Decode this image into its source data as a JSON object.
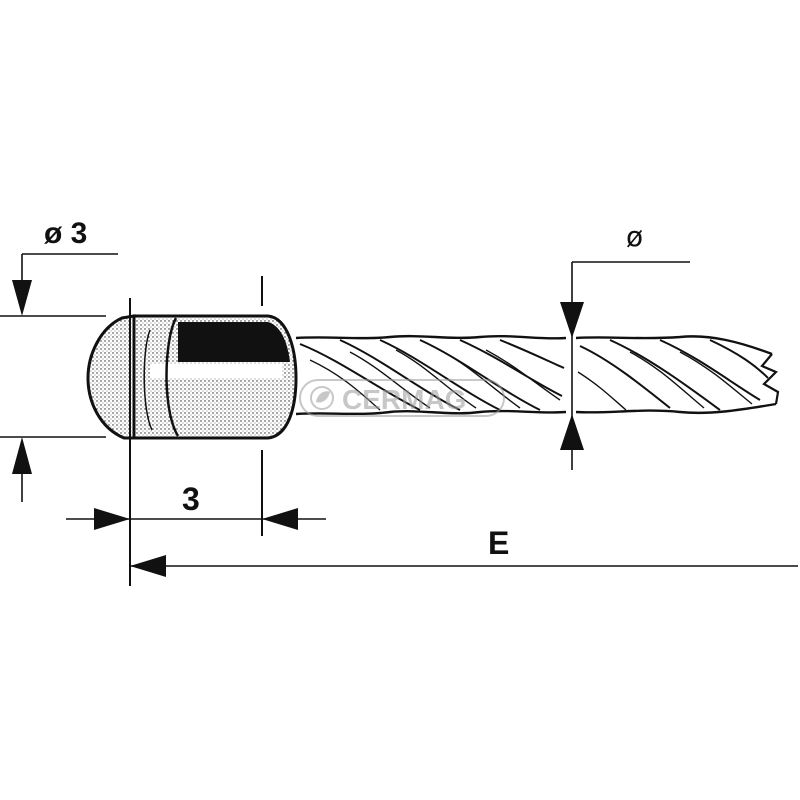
{
  "diagram": {
    "head_diameter_label": "ø 3",
    "cable_diameter_label": "ø",
    "head_length_label": "3",
    "overall_length_label": "E",
    "watermark": "CERMAG"
  },
  "colors": {
    "ink": "#111111",
    "background": "#ffffff",
    "watermark": "#9a9a9a"
  }
}
